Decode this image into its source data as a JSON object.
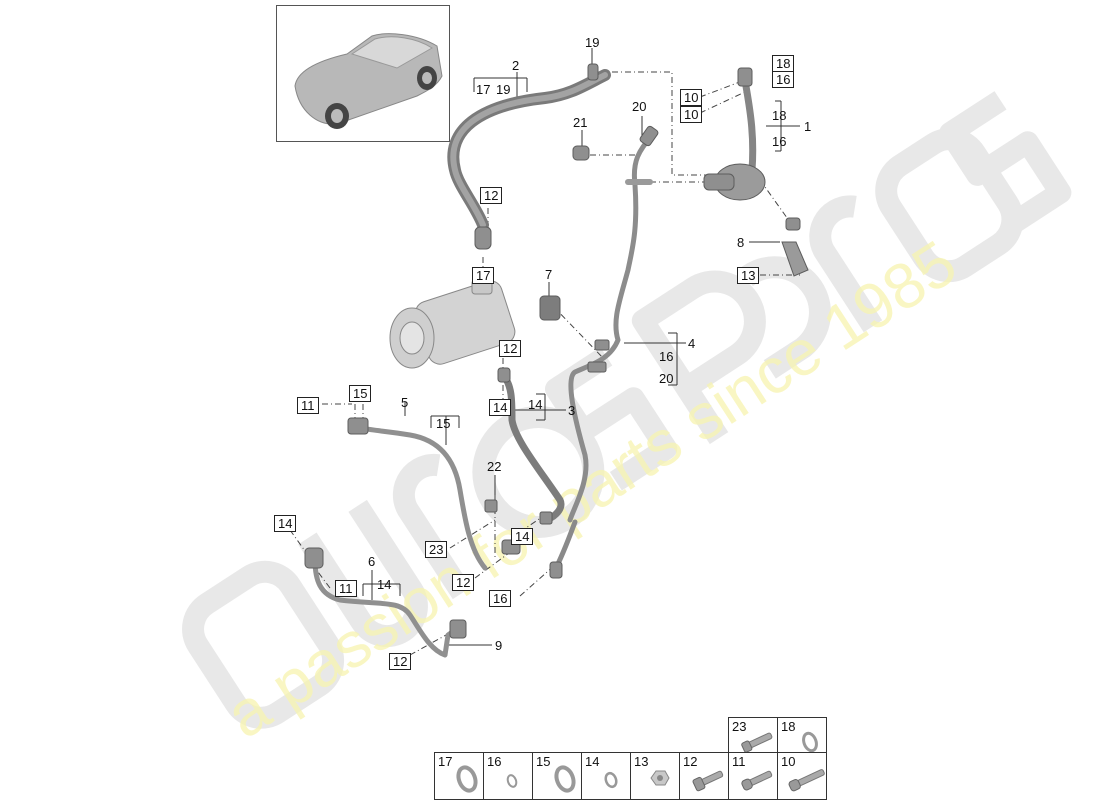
{
  "diagram": {
    "title": "Air conditioning refrigerant lines exploded view",
    "thumbnail": {
      "name": "vehicle-thumbnail",
      "description": "SUV car illustration"
    },
    "watermark": {
      "brand": "eurospares",
      "tagline": "a passion for parts since 1985",
      "brand_color": "#e6e6e6",
      "tagline_color": "#f5f3a8"
    },
    "callouts": {
      "c1": "1",
      "c2": "2",
      "c3": "3",
      "c4": "4",
      "c5": "5",
      "c6": "6",
      "c7": "7",
      "c8": "8",
      "c9": "9",
      "c19": "19",
      "c20": "20",
      "c21": "21",
      "c22": "22"
    },
    "group_labels": {
      "g2_a": "17",
      "g2_b": "19",
      "g1_a": "18",
      "g1_b": "16",
      "g4_a": "16",
      "g4_b": "20",
      "g3_a": "14",
      "g5_a": "15",
      "g6_a": "14"
    },
    "boxed_refs": {
      "b18_top": "18",
      "b16_top": "16",
      "b10_a": "10",
      "b10_b": "10",
      "b12_a": "12",
      "b17": "17",
      "b13": "13",
      "b12_b": "12",
      "b14_a": "14",
      "b11_a": "11",
      "b15": "15",
      "b14_b": "14",
      "b14_c": "14",
      "b23": "23",
      "b11_b": "11",
      "b12_c": "12",
      "b16_b": "16",
      "b12_d": "12"
    },
    "legend": {
      "top_row": [
        {
          "num": "23",
          "icon": "bolt-icon"
        },
        {
          "num": "18",
          "icon": "seal-ring-icon"
        }
      ],
      "bottom_row": [
        {
          "num": "17",
          "icon": "seal-ring-icon"
        },
        {
          "num": "16",
          "icon": "small-seal-ring-icon"
        },
        {
          "num": "15",
          "icon": "seal-ring-icon"
        },
        {
          "num": "14",
          "icon": "small-seal-ring-icon"
        },
        {
          "num": "13",
          "icon": "nut-icon"
        },
        {
          "num": "12",
          "icon": "flange-bolt-icon"
        },
        {
          "num": "11",
          "icon": "bolt-icon"
        },
        {
          "num": "10",
          "icon": "long-bolt-icon"
        }
      ]
    }
  }
}
